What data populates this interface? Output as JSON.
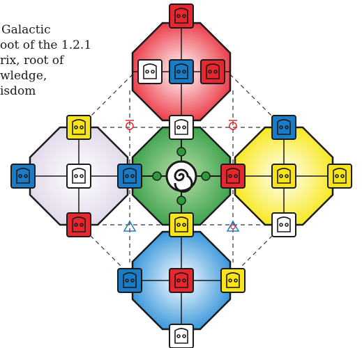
{
  "caption": {
    "lines": [
      "Galactic",
      "oot of the 1.2.1",
      "rix, root of",
      "wledge,",
      "isdom"
    ]
  },
  "colors": {
    "red": "#e8262e",
    "white": "#ffffff",
    "blue": "#1a7cc6",
    "yellow": "#f7e41b",
    "green": "#2f9b3d",
    "red_panel_gradient": [
      "#ffffff",
      "#e8212f"
    ],
    "white_panel_gradient": [
      "#ffffff",
      "#ddd3e6"
    ],
    "blue_panel_gradient": [
      "#ffffff",
      "#1d88d6"
    ],
    "yellow_panel_gradient": [
      "#ffffff",
      "#f6e500"
    ],
    "green_panel_gradient": [
      "#b9e0a9",
      "#2d9940"
    ],
    "line": "#1a1a1a",
    "dashed_line": "#333333"
  },
  "panels": [
    {
      "id": "north",
      "color": "red"
    },
    {
      "id": "west",
      "color": "white"
    },
    {
      "id": "center",
      "color": "green"
    },
    {
      "id": "east",
      "color": "yellow"
    },
    {
      "id": "south",
      "color": "blue"
    }
  ],
  "glyph_tiles": [
    {
      "id": "north-top",
      "color": "red",
      "icon": "glyph-red-top"
    },
    {
      "id": "north-left",
      "color": "white",
      "icon": "glyph-white"
    },
    {
      "id": "north-center",
      "color": "blue",
      "icon": "glyph-blue"
    },
    {
      "id": "north-right",
      "color": "red",
      "icon": "glyph-red"
    },
    {
      "id": "north-bottom",
      "color": "white",
      "icon": "glyph-white-pattern"
    },
    {
      "id": "west-left",
      "color": "blue",
      "icon": "glyph-blue"
    },
    {
      "id": "west-center",
      "color": "white",
      "icon": "glyph-white-face"
    },
    {
      "id": "west-right",
      "color": "blue",
      "icon": "glyph-blue"
    },
    {
      "id": "west-top",
      "color": "yellow",
      "icon": "glyph-yellow"
    },
    {
      "id": "west-bottom",
      "color": "red",
      "icon": "glyph-red"
    },
    {
      "id": "east-left",
      "color": "red",
      "icon": "glyph-red-face"
    },
    {
      "id": "east-center",
      "color": "yellow",
      "icon": "glyph-yellow-ear"
    },
    {
      "id": "east-right",
      "color": "yellow",
      "icon": "glyph-yellow"
    },
    {
      "id": "east-top",
      "color": "blue",
      "icon": "glyph-blue-face"
    },
    {
      "id": "east-bottom",
      "color": "white",
      "icon": "glyph-white-face"
    },
    {
      "id": "south-top",
      "color": "yellow",
      "icon": "glyph-yellow-face"
    },
    {
      "id": "south-left",
      "color": "blue",
      "icon": "glyph-blue"
    },
    {
      "id": "south-center",
      "color": "red",
      "icon": "glyph-red"
    },
    {
      "id": "south-right",
      "color": "yellow",
      "icon": "glyph-yellow"
    },
    {
      "id": "south-bottom",
      "color": "white",
      "icon": "glyph-white-face"
    },
    {
      "id": "center-spiral",
      "color": "white",
      "icon": "spiral-icon"
    }
  ],
  "markers": [
    {
      "id": "marker-nw",
      "symbol": "ring-cross",
      "color": "red"
    },
    {
      "id": "marker-ne",
      "symbol": "ring-cross",
      "color": "red"
    },
    {
      "id": "marker-sw",
      "symbol": "triangle",
      "color": "blue"
    },
    {
      "id": "marker-se",
      "symbol": "triangle-fire",
      "color": "blue"
    }
  ]
}
